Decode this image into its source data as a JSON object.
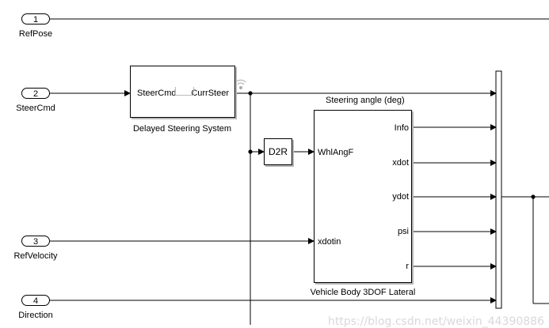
{
  "inports": [
    {
      "number": "1",
      "name": "RefPose"
    },
    {
      "number": "2",
      "name": "SteerCmd"
    },
    {
      "number": "3",
      "name": "RefVelocity"
    },
    {
      "number": "4",
      "name": "Direction"
    }
  ],
  "delayed_steering": {
    "name": "Delayed Steering System",
    "input_port": "SteerCmd",
    "output_port": "CurrSteer"
  },
  "signal_label": "Steering angle (deg)",
  "d2r": {
    "label": "D2R"
  },
  "vehicle_body": {
    "name": "Vehicle Body 3DOF Lateral",
    "inputs": [
      "WhlAngF",
      "xdotin"
    ],
    "outputs": [
      "Info",
      "xdot",
      "ydot",
      "psi",
      "r"
    ]
  },
  "watermark": "https://blog.csdn.net/weixin_44390886",
  "colors": {
    "line": "#000000",
    "shadow": "#b5b5b5",
    "vehicle": "#444444"
  }
}
